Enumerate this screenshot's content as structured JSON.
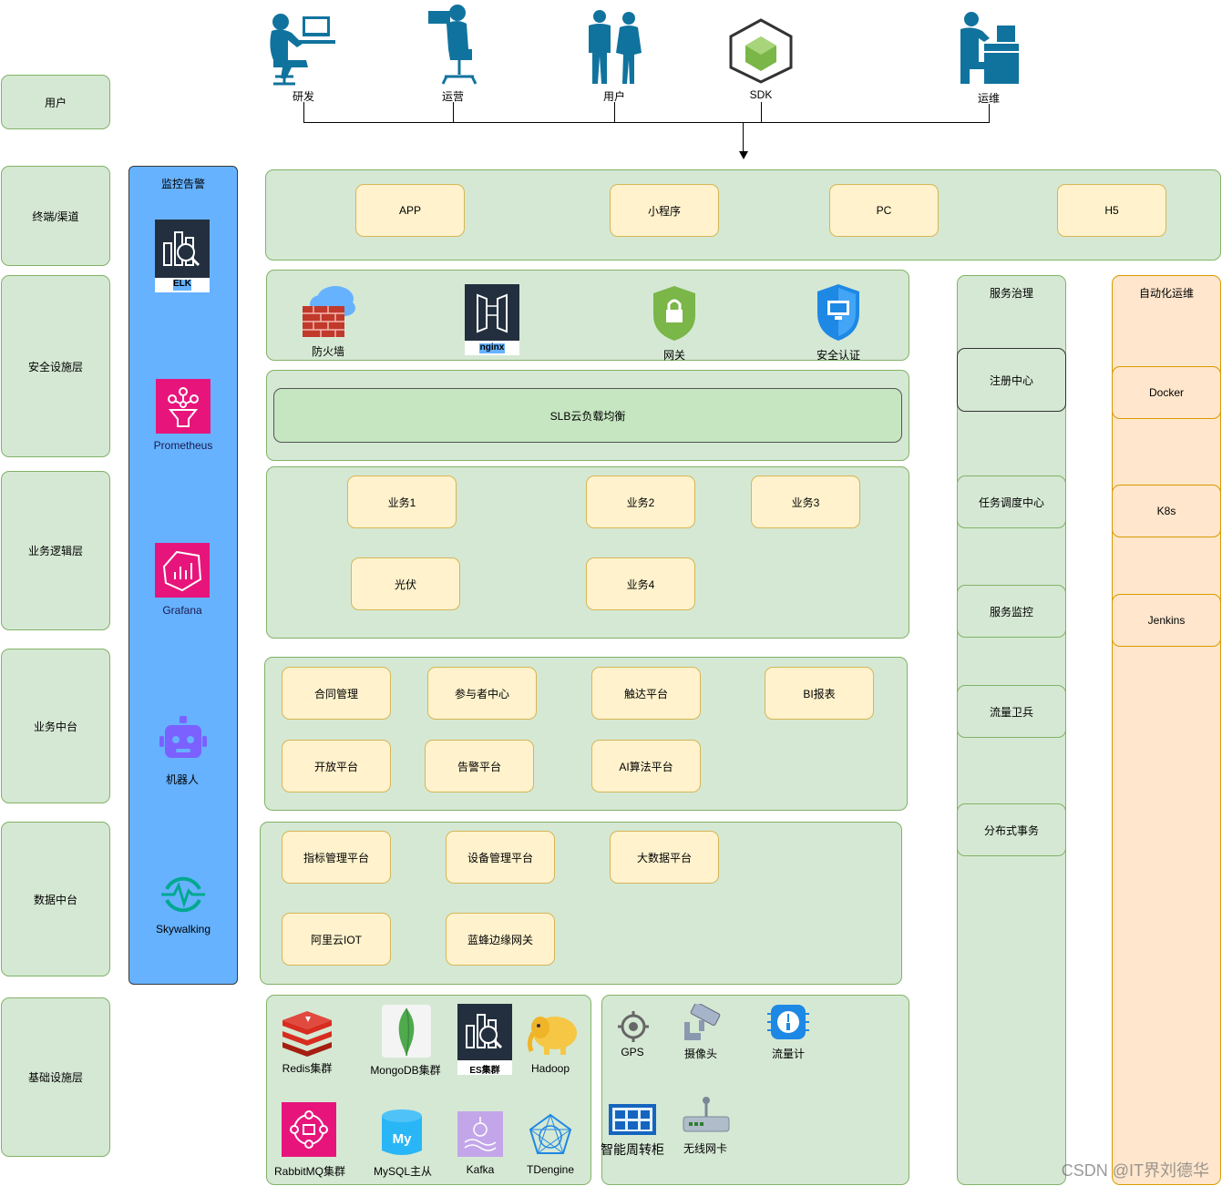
{
  "actors": {
    "dev": "研发",
    "ops_run": "运营",
    "user": "用户",
    "sdk": "SDK",
    "ops_maint": "运维"
  },
  "layers": {
    "user": "用户",
    "terminal": "终端/渠道",
    "security": "安全设施层",
    "business_logic": "业务逻辑层",
    "business_center": "业务中台",
    "data_center": "数据中台",
    "infra": "基础设施层"
  },
  "monitoring": {
    "title": "监控告警",
    "elk": "ELK",
    "prometheus": "Prometheus",
    "grafana": "Grafana",
    "robot": "机器人",
    "skywalking": "Skywalking"
  },
  "terminals": [
    "APP",
    "小程序",
    "PC",
    "H5"
  ],
  "security": {
    "firewall": "防火墙",
    "nginx": "nginx",
    "gateway": "网关",
    "auth": "安全认证"
  },
  "slb": "SLB云负载均衡",
  "business": {
    "b1": "业务1",
    "b2": "业务2",
    "b3": "业务3",
    "pv": "光伏",
    "b4": "业务4"
  },
  "business_center": {
    "contract": "合同管理",
    "participant": "参与者中心",
    "reach": "触达平台",
    "bi": "BI报表",
    "open": "开放平台",
    "alarm": "告警平台",
    "ai": "AI算法平台"
  },
  "data_center": {
    "indicator": "指标管理平台",
    "device": "设备管理平台",
    "bigdata": "大数据平台",
    "aliiot": "阿里云IOT",
    "bee": "蓝蜂边缘网关"
  },
  "infra": {
    "redis": "Redis集群",
    "mongo": "MongoDB集群",
    "es": "ES集群",
    "hadoop": "Hadoop",
    "rabbit": "RabbitMQ集群",
    "mysql": "MySQL主从",
    "kafka": "Kafka",
    "tdengine": "TDengine",
    "mysql_logo": "My"
  },
  "iot": {
    "gps": "GPS",
    "camera": "摄像头",
    "flowmeter": "流量计",
    "cabinet": "智能周转柜",
    "nic": "无线网卡"
  },
  "governance": {
    "title": "服务治理",
    "registry": "注册中心",
    "scheduler": "任务调度中心",
    "monitor": "服务监控",
    "sentinel": "流量卫兵",
    "tx": "分布式事务"
  },
  "automation": {
    "title": "自动化运维",
    "docker": "Docker",
    "k8s": "K8s",
    "jenkins": "Jenkins"
  },
  "watermark": "CSDN @IT界刘德华",
  "colors": {
    "layer_fill": "#d5e8d4",
    "layer_border": "#82b366",
    "item_fill": "#fff2cc",
    "item_border": "#d6b656",
    "monitor_fill": "#66b2ff",
    "automation_fill": "#ffe6cc",
    "actor_blue": "#10739e"
  }
}
